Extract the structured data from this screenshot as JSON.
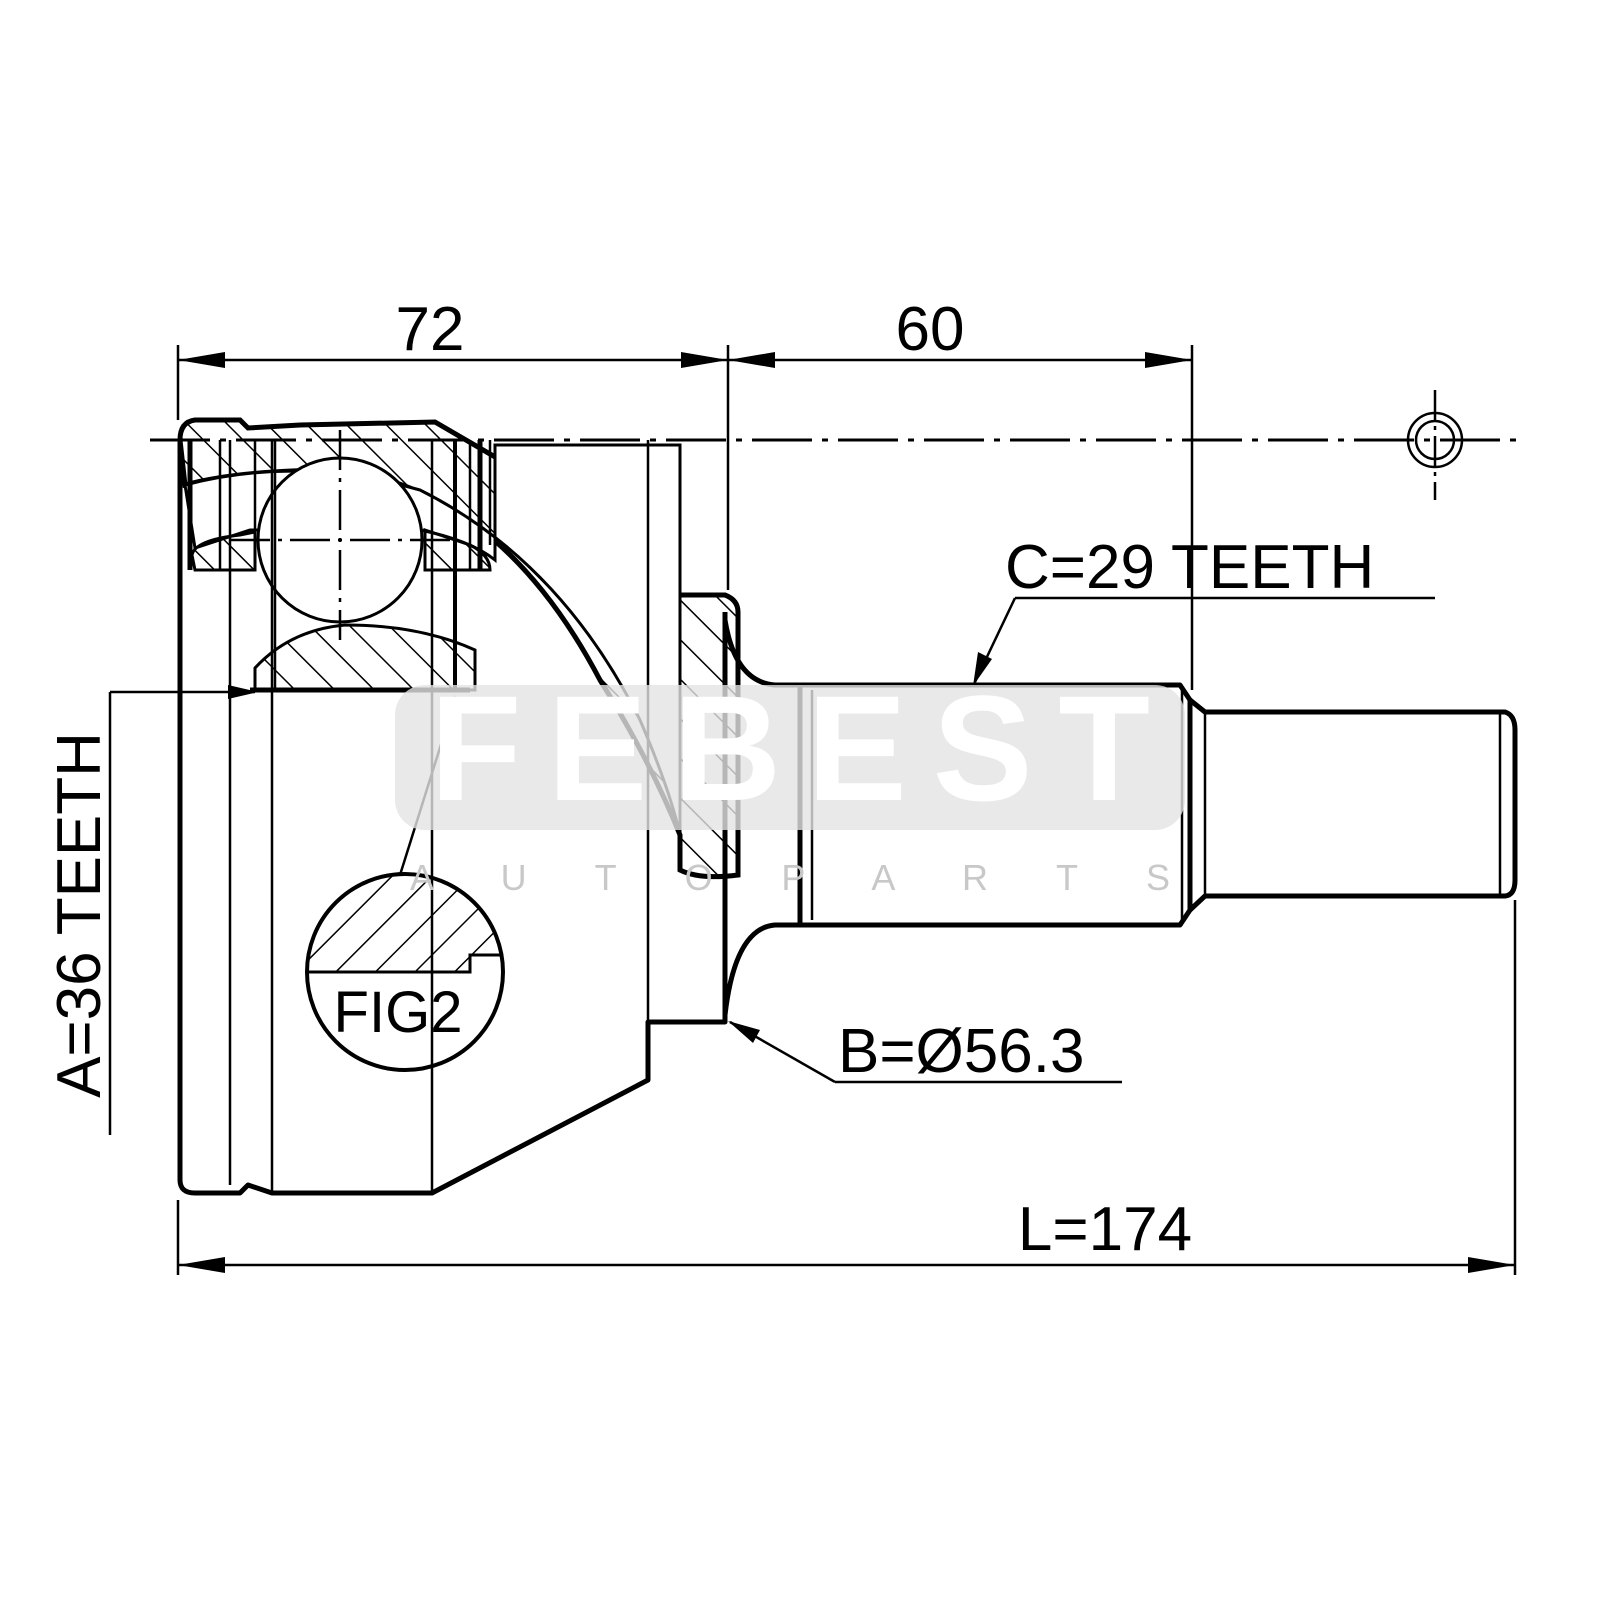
{
  "drawing": {
    "dim_housing_length": "72",
    "dim_stem_length": "60",
    "spline_c": "C=29 TEETH",
    "spline_a": "A=36 TEETH",
    "abs_ring_b": "B=Ø56.3",
    "total_length": "L=174",
    "detail_label": "FIG2"
  },
  "watermark": {
    "brand": "FEBEST",
    "tagline": "A U T O   P A R T S"
  }
}
